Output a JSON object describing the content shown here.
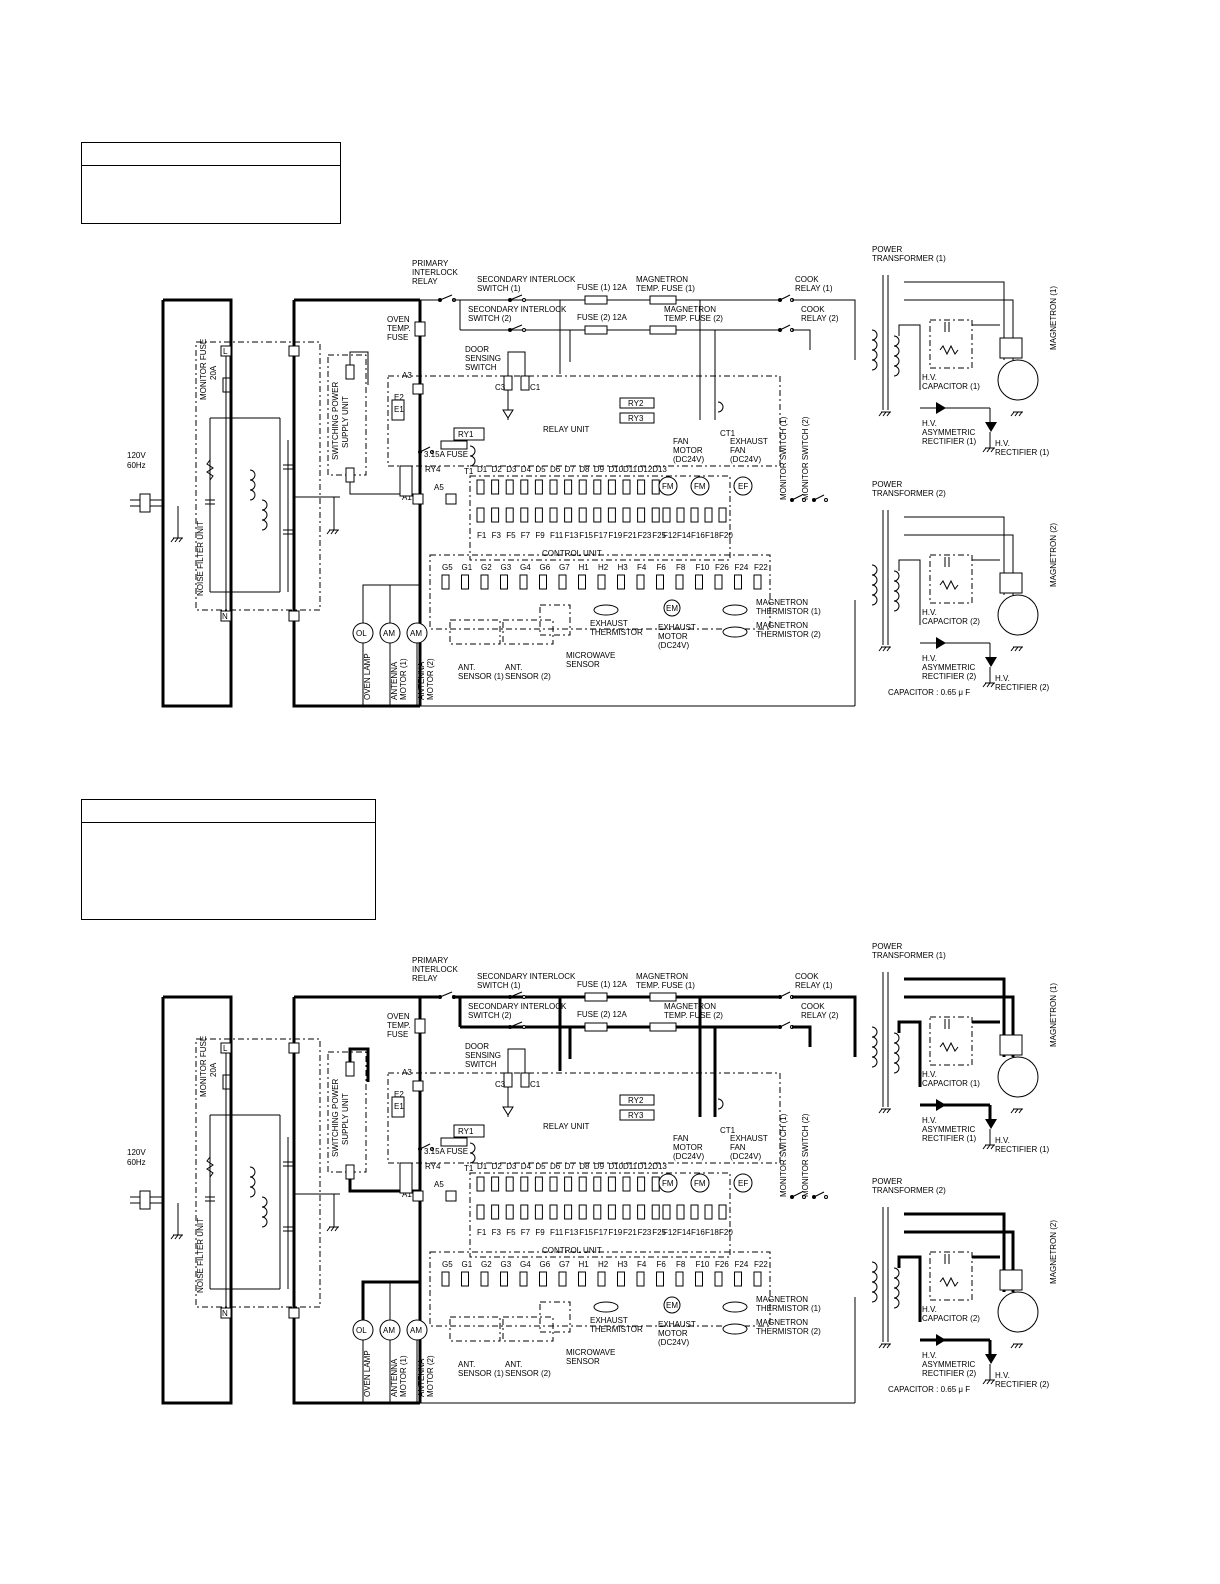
{
  "diagrams": [
    {
      "labels": {
        "primary_interlock_relay": [
          "PRIMARY",
          "INTERLOCK",
          "RELAY"
        ],
        "secondary_interlock_switch_1": [
          "SECONDARY INTERLOCK",
          "SWITCH (1)"
        ],
        "secondary_interlock_switch_2": [
          "SECONDARY INTERLOCK",
          "SWITCH (2)"
        ],
        "fuse_1": "FUSE (1) 12A",
        "fuse_2": "FUSE (2) 12A",
        "magnetron_temp_fuse_1": [
          "MAGNETRON",
          "TEMP. FUSE (1)"
        ],
        "magnetron_temp_fuse_2": [
          "MAGNETRON",
          "TEMP. FUSE (2)"
        ],
        "cook_relay_1": [
          "COOK",
          "RELAY (1)"
        ],
        "cook_relay_2": [
          "COOK",
          "RELAY (2)"
        ],
        "power_transformer_1": [
          "POWER",
          "TRANSFORMER (1)"
        ],
        "power_transformer_2": [
          "POWER",
          "TRANSFORMER (2)"
        ],
        "oven_temp_fuse": [
          "OVEN",
          "TEMP.",
          "FUSE"
        ],
        "door_sensing_switch": [
          "DOOR",
          "SENSING",
          "SWITCH"
        ],
        "relay_unit": "RELAY UNIT",
        "control_unit": "CONTROL UNIT",
        "ct1": "CT1",
        "ry1": "RY1",
        "ry2": "RY2",
        "ry3": "RY3",
        "ry4": "RY4",
        "t1": "T1",
        "fuse_315": "3.15A FUSE",
        "fan_motor": [
          "FAN",
          "MOTOR",
          "(DC24V)"
        ],
        "exhaust_fan": [
          "EXHAUST",
          "FAN",
          "(DC24V)"
        ],
        "exhaust_thermistor": [
          "EXHAUST",
          "THERMISTOR"
        ],
        "exhaust_motor": [
          "EXHAUST",
          "MOTOR",
          "(DC24V)"
        ],
        "magnetron_thermistor_1": [
          "MAGNETRON",
          "THERMISTOR (1)"
        ],
        "magnetron_thermistor_2": [
          "MAGNETRON",
          "THERMISTOR (2)"
        ],
        "microwave_sensor": [
          "MICROWAVE",
          "SENSOR"
        ],
        "ant_sensor_1": [
          "ANT.",
          "SENSOR (1)"
        ],
        "ant_sensor_2": [
          "ANT.",
          "SENSOR (2)"
        ],
        "monitor_switch_1": "MONITOR SWITCH (1)",
        "monitor_switch_2": "MONITOR SWITCH (2)",
        "hv_capacitor_1": [
          "H.V.",
          "CAPACITOR (1)"
        ],
        "hv_capacitor_2": [
          "H.V.",
          "CAPACITOR (2)"
        ],
        "hv_asym_rectifier_1": [
          "H.V.",
          "ASYMMETRIC",
          "RECTIFIER (1)"
        ],
        "hv_asym_rectifier_2": [
          "H.V.",
          "ASYMMETRIC",
          "RECTIFIER (2)"
        ],
        "hv_rectifier_1": [
          "H.V.",
          "RECTIFIER (1)"
        ],
        "hv_rectifier_2": [
          "H.V.",
          "RECTIFIER (2)"
        ],
        "magnetron_1": "MAGNETRON (1)",
        "magnetron_2": "MAGNETRON (2)",
        "capacitor_value": "CAPACITOR : 0.65 μ F",
        "supply": [
          "120V",
          "60Hz"
        ],
        "noise_filter_unit": "NOISE FILTER UNIT",
        "monitor_fuse": [
          "MONITOR FUSE",
          "20A"
        ],
        "switching_power_supply": [
          "SWITCHING POWER",
          "SUPPLY UNIT"
        ],
        "oven_lamp": "OVEN LAMP",
        "antenna_motor_1": [
          "ANTENNA",
          "MOTOR (1)"
        ],
        "antenna_motor_2": [
          "ANTENNA",
          "MOTOR (2)"
        ],
        "ol": "OL",
        "am": "AM",
        "fm": "FM",
        "ef": "EF",
        "em": "EM",
        "terminal_l": "L",
        "terminal_n": "N",
        "a1": "A1",
        "a3": "A3",
        "a5": "A5",
        "e1": "E1",
        "e2": "E2",
        "c1": "C1",
        "c3": "C3"
      },
      "connector_top_labels": [
        "D1",
        "D2",
        "D3",
        "D4",
        "D5",
        "D6",
        "D7",
        "D8",
        "D9",
        "D10",
        "D11",
        "D12",
        "D13"
      ],
      "connector_bottom_labels": [
        "F1",
        "F3",
        "F5",
        "F7",
        "F9",
        "F11",
        "F13",
        "F15",
        "F17",
        "F19",
        "F21",
        "F23",
        "F25"
      ],
      "fan_connector_labels": [
        "F12",
        "F14",
        "F16",
        "F18",
        "F20"
      ],
      "control_labels": [
        "G5",
        "G1",
        "G2",
        "G3",
        "G4",
        "G6",
        "G7",
        "H1",
        "H2",
        "H3",
        "F4",
        "F6",
        "F8",
        "F10",
        "F26",
        "F24",
        "F22"
      ]
    }
  ]
}
